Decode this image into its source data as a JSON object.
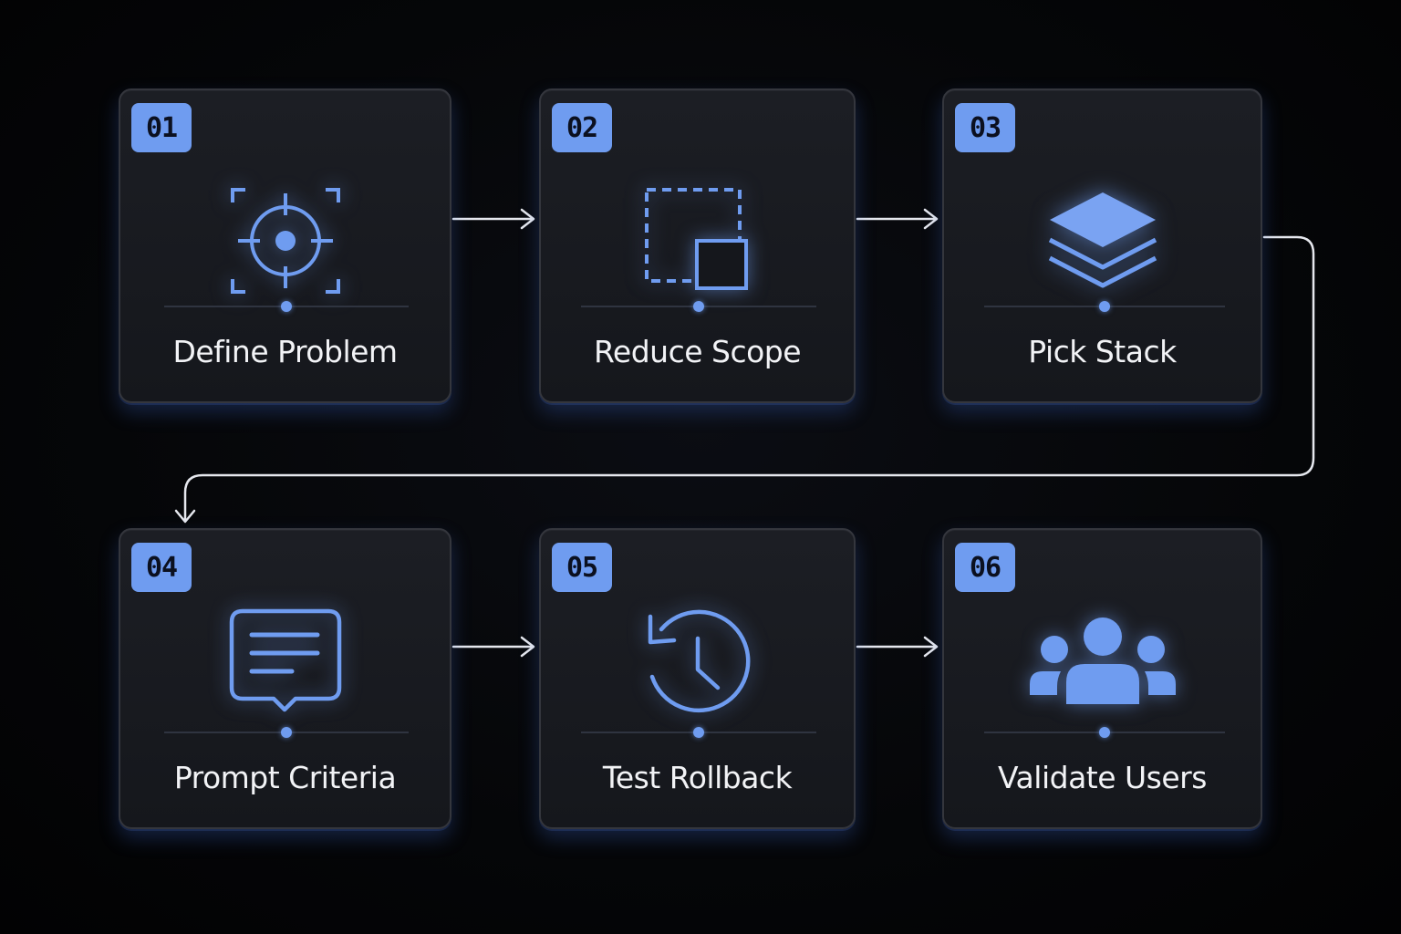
{
  "steps": [
    {
      "number": "01",
      "label": "Define Problem",
      "icon": "target-crosshair-icon"
    },
    {
      "number": "02",
      "label": "Reduce Scope",
      "icon": "reduce-scope-icon"
    },
    {
      "number": "03",
      "label": "Pick Stack",
      "icon": "layers-icon"
    },
    {
      "number": "04",
      "label": "Prompt Criteria",
      "icon": "message-icon"
    },
    {
      "number": "05",
      "label": "Test Rollback",
      "icon": "history-icon"
    },
    {
      "number": "06",
      "label": "Validate Users",
      "icon": "users-icon"
    }
  ],
  "colors": {
    "accent": "#6f9cf0",
    "background": "#050608",
    "card": "#17191e",
    "connector": "#e6e8ee"
  }
}
